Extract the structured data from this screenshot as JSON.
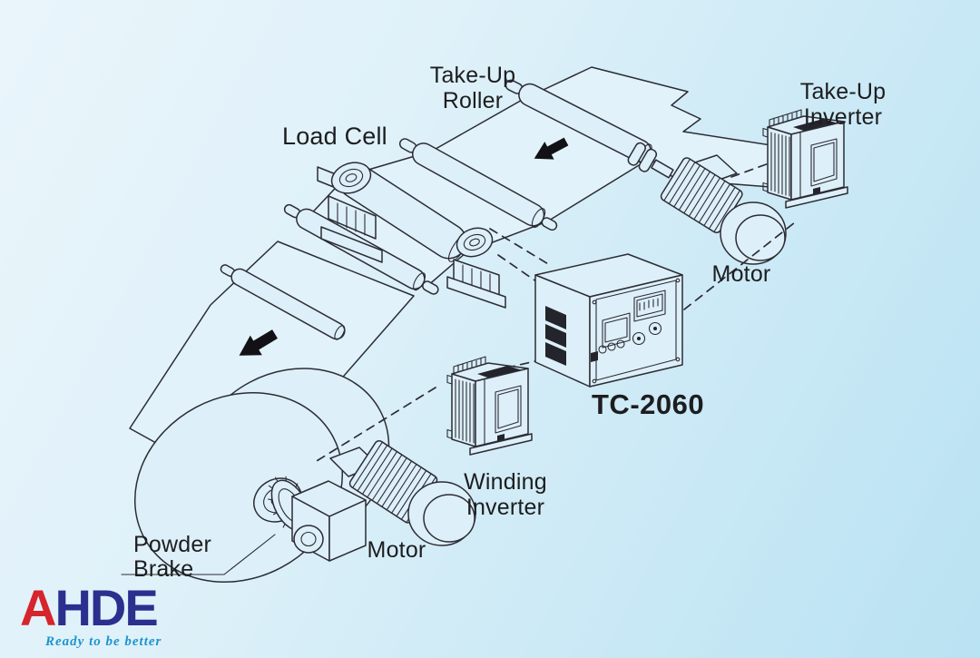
{
  "diagram": {
    "labels": {
      "take_up_roller": {
        "line1": "Take-Up",
        "line2": "Roller"
      },
      "take_up_inverter": {
        "line1": "Take-Up",
        "line2": "Inverter"
      },
      "load_cell": "Load Cell",
      "take_up_motor": "Motor",
      "controller_model": "TC-2060",
      "winding_inverter": {
        "line1": "Winding",
        "line2": "Inverter"
      },
      "winding_motor": "Motor",
      "powder_brake": {
        "line1": "Powder",
        "line2": "Brake"
      }
    },
    "line_color": "#2c2c34",
    "arrow_color": "#121216"
  },
  "logo": {
    "brand_first_letter": "A",
    "brand_rest": "HDE",
    "tagline": "Ready to be better",
    "colors": {
      "first_letter": "#d6252c",
      "rest": "#2b2f8e",
      "tagline": "#1c94ce"
    }
  }
}
